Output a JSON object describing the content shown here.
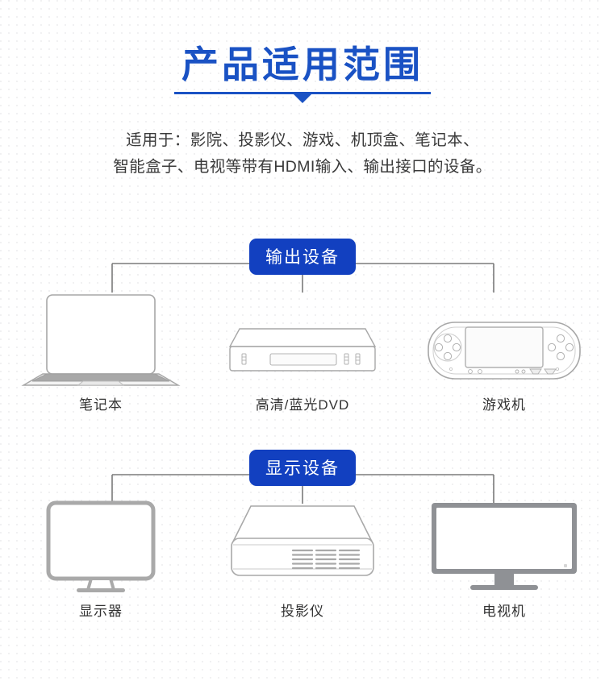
{
  "page": {
    "title": "产品适用范围",
    "subtitle_lines": [
      "适用于：影院、投影仪、游戏、机顶盒、笔记本、",
      "智能盒子、电视等带有HDMI输入、输出接口的设备。"
    ],
    "colors": {
      "title_blue": "#1a52c4",
      "badge_blue": "#1240c0",
      "line_gray": "#7a7a7a",
      "icon_gray": "#9a9a9a",
      "text_gray": "#3a3a3a",
      "background": "#ffffff"
    }
  },
  "groups": [
    {
      "badge": "输出设备",
      "devices": [
        {
          "label": "笔记本",
          "icon": "laptop-icon"
        },
        {
          "label": "高清/蓝光DVD",
          "icon": "dvd-player-icon"
        },
        {
          "label": "游戏机",
          "icon": "handheld-game-console-icon"
        }
      ]
    },
    {
      "badge": "显示设备",
      "devices": [
        {
          "label": "显示器",
          "icon": "monitor-icon"
        },
        {
          "label": "投影仪",
          "icon": "projector-icon"
        },
        {
          "label": "电视机",
          "icon": "television-icon"
        }
      ]
    }
  ]
}
